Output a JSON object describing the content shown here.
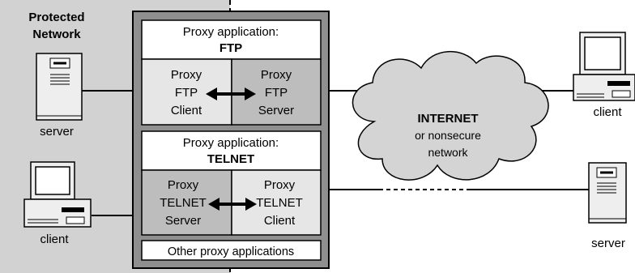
{
  "protected_network": {
    "line1": "Protected",
    "line2": "Network"
  },
  "left_devices": {
    "server_label": "server",
    "client_label": "client"
  },
  "ftp_proxy": {
    "header_line1": "Proxy application:",
    "header_line2": "FTP",
    "client_box": {
      "line1": "Proxy",
      "line2": "FTP",
      "line3": "Client"
    },
    "server_box": {
      "line1": "Proxy",
      "line2": "FTP",
      "line3": "Server"
    }
  },
  "telnet_proxy": {
    "header_line1": "Proxy application:",
    "header_line2": "TELNET",
    "server_box": {
      "line1": "Proxy",
      "line2": "TELNET",
      "line3": "Server"
    },
    "client_box": {
      "line1": "Proxy",
      "line2": "TELNET",
      "line3": "Client"
    }
  },
  "other_proxies": "Other proxy applications",
  "internet_cloud": {
    "line1": "INTERNET",
    "line2": "or nonsecure",
    "line3": "network"
  },
  "right_devices": {
    "client_label": "client",
    "server_label": "server"
  },
  "colors": {
    "protected_bg": "#d2d2d2",
    "gateway_bg": "#8f8f8f",
    "light_box": "#e6e6e6",
    "dark_box": "#bdbdbd",
    "cloud_fill": "#d4d4d4",
    "device_fill": "#eeeeee"
  },
  "icons": [
    "server-tower-icon",
    "desktop-computer-icon",
    "bidirectional-arrow-icon",
    "cloud-shape"
  ]
}
